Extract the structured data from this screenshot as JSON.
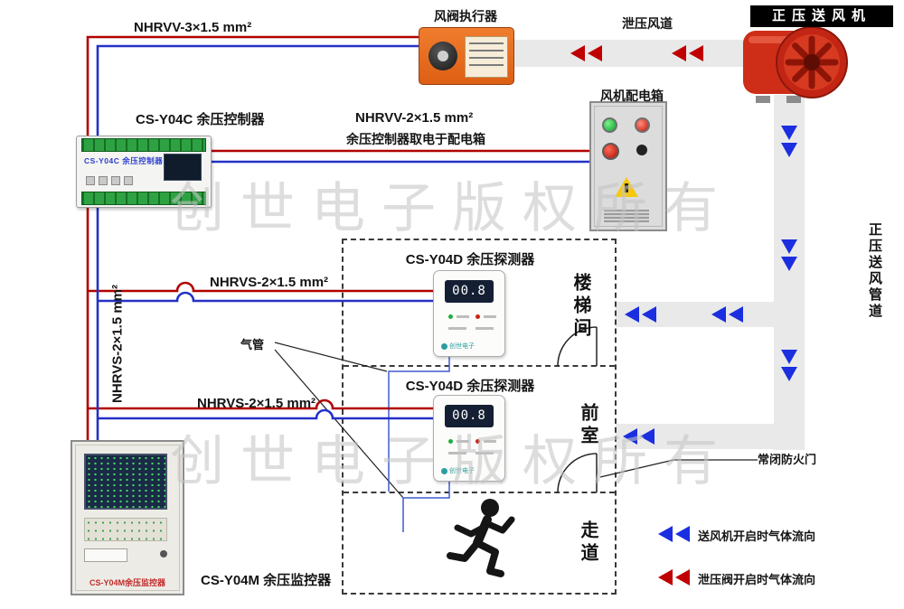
{
  "watermark": "创世电子版权所有",
  "colors": {
    "wire_red": "#b20000",
    "wire_blue": "#2431c8",
    "arrow_blue": "#1b2ee0",
    "arrow_red": "#c00000",
    "duct_gray": "#e9e9e9",
    "actuator_orange": "#e8681f",
    "fan_red": "#ce2d18"
  },
  "cables": {
    "nhrvv3": "NHRVV-3×1.5 mm²",
    "nhrvv2": "NHRVV-2×1.5 mm²",
    "nhrvv2_note": "余压控制器取电于配电箱",
    "nhrvs": "NHRVS-2×1.5 mm²"
  },
  "devices": {
    "fan_label": "正压送风机",
    "actuator_label": "风阀执行器",
    "power_box_label": "风机配电箱",
    "controller_label": "CS-Y04C 余压控制器",
    "controller_device_text": "CS-Y04C 余压控制器",
    "detector_title": "CS-Y04D 余压探测器",
    "detector_display": "00.8",
    "detector_logo": "创世电子",
    "monitor_label": "CS-Y04M 余压监控器",
    "monitor_device_text": "CS-Y04M余压监控器"
  },
  "ducts": {
    "relief_label": "泄压风道",
    "supply_label": "正压送风管道"
  },
  "rooms": {
    "stairwell": "楼梯间",
    "front_room": "前室",
    "corridor": "走道"
  },
  "annotations": {
    "air_tube": "气管",
    "fire_door": "常闭防火门"
  },
  "legend": {
    "supply_flow": "送风机开启时气体流向",
    "relief_flow": "泄压阀开启时气体流向"
  }
}
